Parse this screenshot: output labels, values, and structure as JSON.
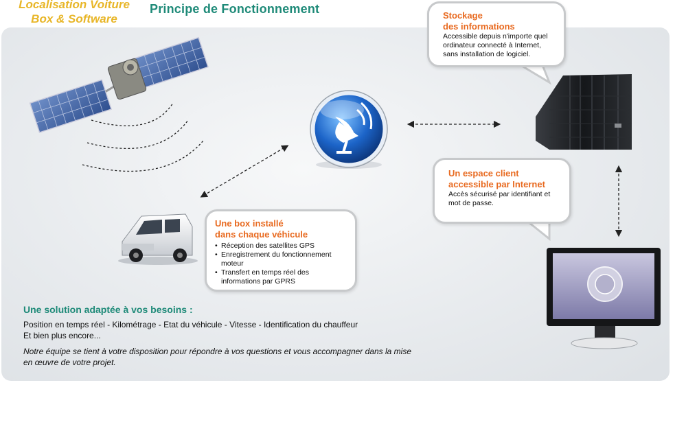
{
  "brand": {
    "line1": "Localisation Voiture",
    "line2": "Box & Software"
  },
  "page_title": "Principe de Fonctionnement",
  "storage": {
    "title_line1": "Stockage",
    "title_line2": "des informations",
    "body": "Accessible depuis n'importe quel ordinateur connecté à Internet, sans installation de logiciel."
  },
  "client": {
    "title_line1": "Un espace client",
    "title_line2": "accessible par Internet",
    "body": "Accès sécurisé par identifiant et mot de passe."
  },
  "box": {
    "title_line1": "Une box installé",
    "title_line2": "dans chaque véhicule",
    "items": [
      "Réception des satellites GPS",
      "Enregistrement du fonctionnement moteur",
      "Transfert en temps réel des informations par GPRS"
    ]
  },
  "solution": {
    "title": "Une solution adaptée  à vos besoins :",
    "line1": "Position en temps réel - Kilométrage - Etat du véhicule - Vitesse - Identification du chauffeur",
    "line2": "Et bien plus encore...",
    "note": "Notre équipe se tient à votre disposition pour répondre à vos questions et vous accompagner dans la mise en œuvre de votre projet."
  },
  "colors": {
    "accent_orange": "#e86a20",
    "accent_teal": "#1e8a78",
    "brand_gold": "#e8b628"
  },
  "icons": [
    "satellite-icon",
    "antenna-icon",
    "server-rack-icon",
    "monitor-icon",
    "van-icon"
  ]
}
